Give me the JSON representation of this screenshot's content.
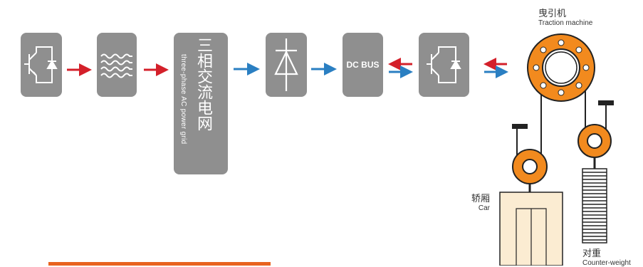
{
  "grid": {
    "label_cn": "三相交流电网",
    "label_en": "three-phase AC power grid"
  },
  "dc_bus": {
    "label": "DC BUS"
  },
  "traction_machine": {
    "label_cn": "曳引机",
    "label_en": "Traction machine"
  },
  "car": {
    "label_cn": "轿厢",
    "label_en": "Car"
  },
  "counterweight": {
    "label_cn": "对重",
    "label_en": "Counter-weight"
  },
  "colors": {
    "box": "#8f8f8f",
    "arrow_red": "#d4202a",
    "arrow_blue": "#2a7fc2",
    "pulley": "#f28a1e",
    "car_fill": "#fbecd2"
  }
}
